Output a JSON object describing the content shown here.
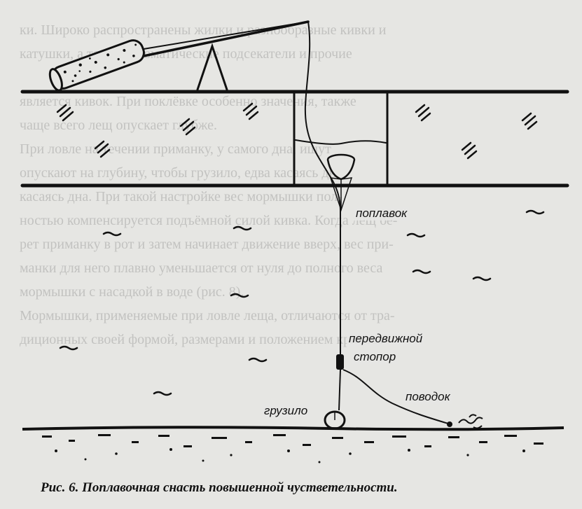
{
  "labels": {
    "float": "поплавок",
    "stopper_line1": "передвижной",
    "stopper_line2": "стопор",
    "leader": "поводок",
    "sinker": "грузило"
  },
  "caption": "Рис. 6. Поплавочная снасть повышенной чустветельности.",
  "bleed_text": [
    "ки. Широко распространены жилки и разнообразные кивки и",
    "катушки, а также автоматические подсекатели и прочие",
    "",
    "является кивок. При поклёвке особенно значения, также",
    "чаще всего лещ опускает глубже.",
    "При ловле на течении приманку, у самого дна, ищут",
    "опускают на глубину, чтобы грузило, едва касаясь дна,",
    "касаясь дна. При такой настройке вес мормышки пол-",
    "ностью компенсируется подъёмной силой кивка. Когда лещ бе-",
    "рет приманку в рот и затем начинает движение вверх, вес при-",
    "манки для него плавно уменьшается от нуля до полного веса",
    "мормышки с насадкой в воде (рис. 8).",
    "Мормышки, применяемые при ловле леща, отличаются от тра-",
    "диционных своей формой, размерами и положением крючка."
  ],
  "colors": {
    "ink": "#111111",
    "paper": "#e6e6e3"
  }
}
